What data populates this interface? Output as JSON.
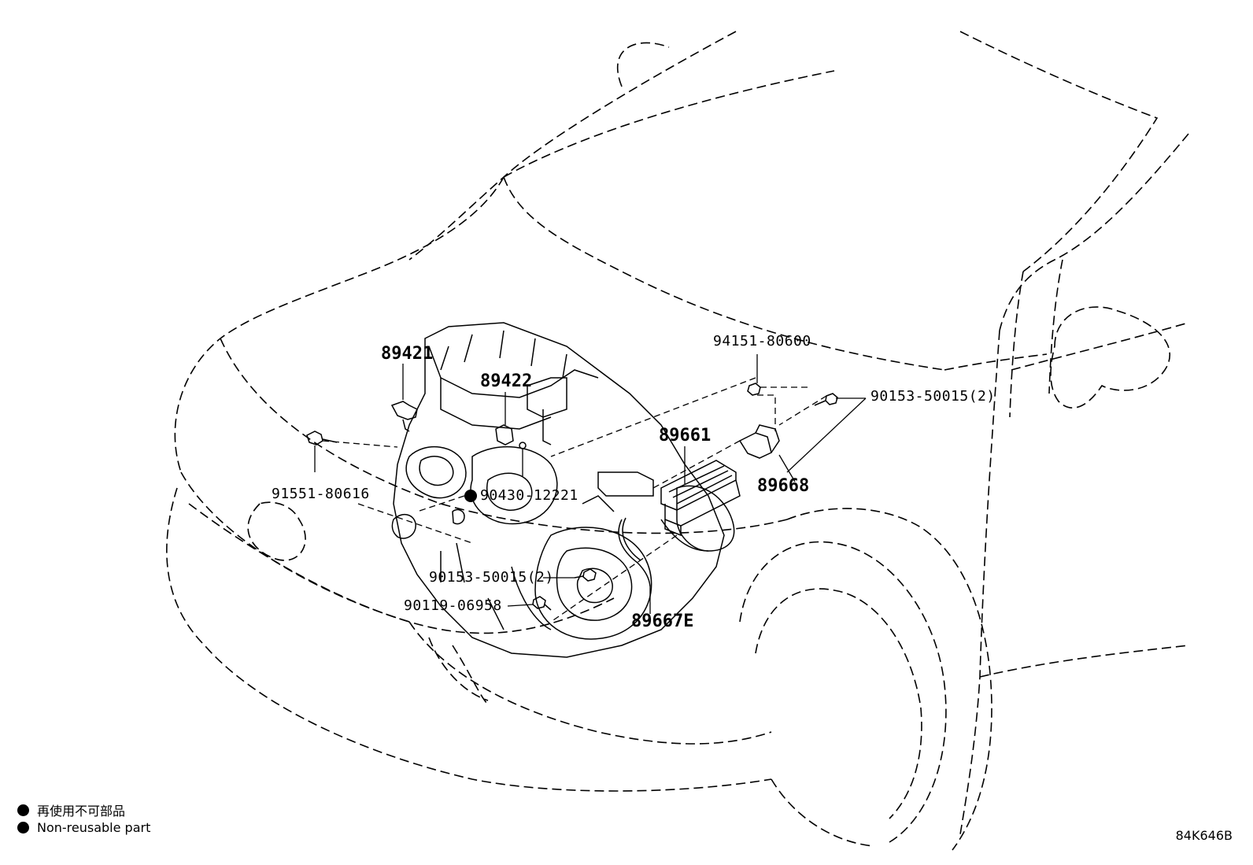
{
  "parts": [
    {
      "id": "p89421",
      "number": "89421"
    },
    {
      "id": "p89422",
      "number": "89422"
    },
    {
      "id": "p94151",
      "number": "94151-80600"
    },
    {
      "id": "p90153a",
      "number": "90153-50015(2)"
    },
    {
      "id": "p89661",
      "number": "89661"
    },
    {
      "id": "p89668",
      "number": "89668"
    },
    {
      "id": "p91551",
      "number": "91551-80616"
    },
    {
      "id": "p90430",
      "number": "90430-12221"
    },
    {
      "id": "p90153b",
      "number": "90153-50015(2)"
    },
    {
      "id": "p90119",
      "number": "90119-06958"
    },
    {
      "id": "p89667e",
      "number": "89667E"
    }
  ],
  "legend": {
    "line1": "再使用不可部品",
    "line2": "Non-reusable part"
  },
  "figure_code": "84K646B",
  "colors": {
    "ink": "#000000",
    "paper": "#ffffff"
  }
}
